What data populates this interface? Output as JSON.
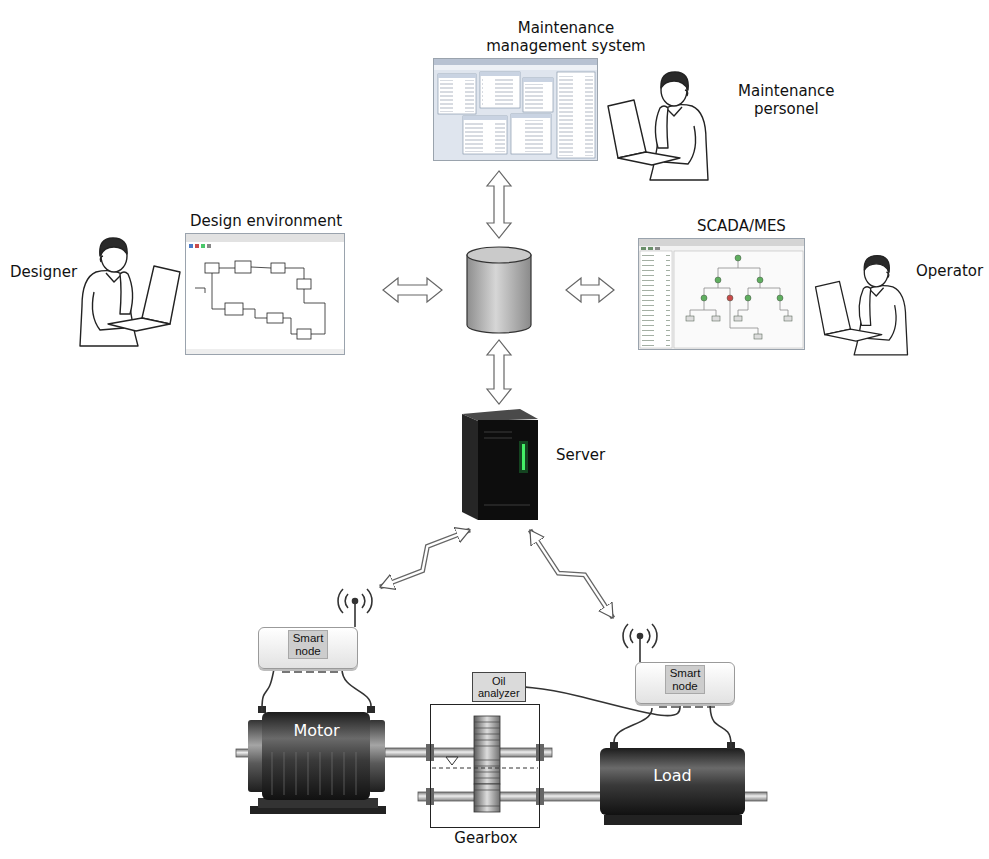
{
  "diagram": {
    "nodes": [
      {
        "text": [
          "Maintenance management system"
        ]
      },
      {
        "text": [
          "Design environment"
        ]
      },
      {
        "text": []
      },
      {
        "text": [
          "SCADA/MES"
        ]
      },
      {
        "text": [
          "Server"
        ]
      },
      {
        "text": [
          "Smart node"
        ]
      },
      {
        "text": [
          "Smart node"
        ]
      },
      {
        "text": [
          "Oil analyzer"
        ]
      },
      {
        "text": [
          "Motor"
        ]
      },
      {
        "text": [
          "Gearbox"
        ]
      },
      {
        "text": [
          "Load"
        ]
      }
    ],
    "edges": [
      {
        "from": 0,
        "to": 2,
        "arrow": "both"
      },
      {
        "from": 1,
        "to": 2,
        "arrow": "both"
      },
      {
        "from": 3,
        "to": 2,
        "arrow": "both"
      },
      {
        "from": 2,
        "to": 4,
        "arrow": "both"
      },
      {
        "from": 4,
        "to": 5,
        "arrow": "both"
      },
      {
        "from": 4,
        "to": 6,
        "arrow": "both"
      },
      {
        "from": 5,
        "to": 8,
        "arrow": "none"
      },
      {
        "from": 6,
        "to": 10,
        "arrow": "none"
      },
      {
        "from": 7,
        "to": 6,
        "arrow": "none"
      }
    ],
    "labels": [
      "Maintenance personel",
      "Designer",
      "Operator"
    ]
  }
}
